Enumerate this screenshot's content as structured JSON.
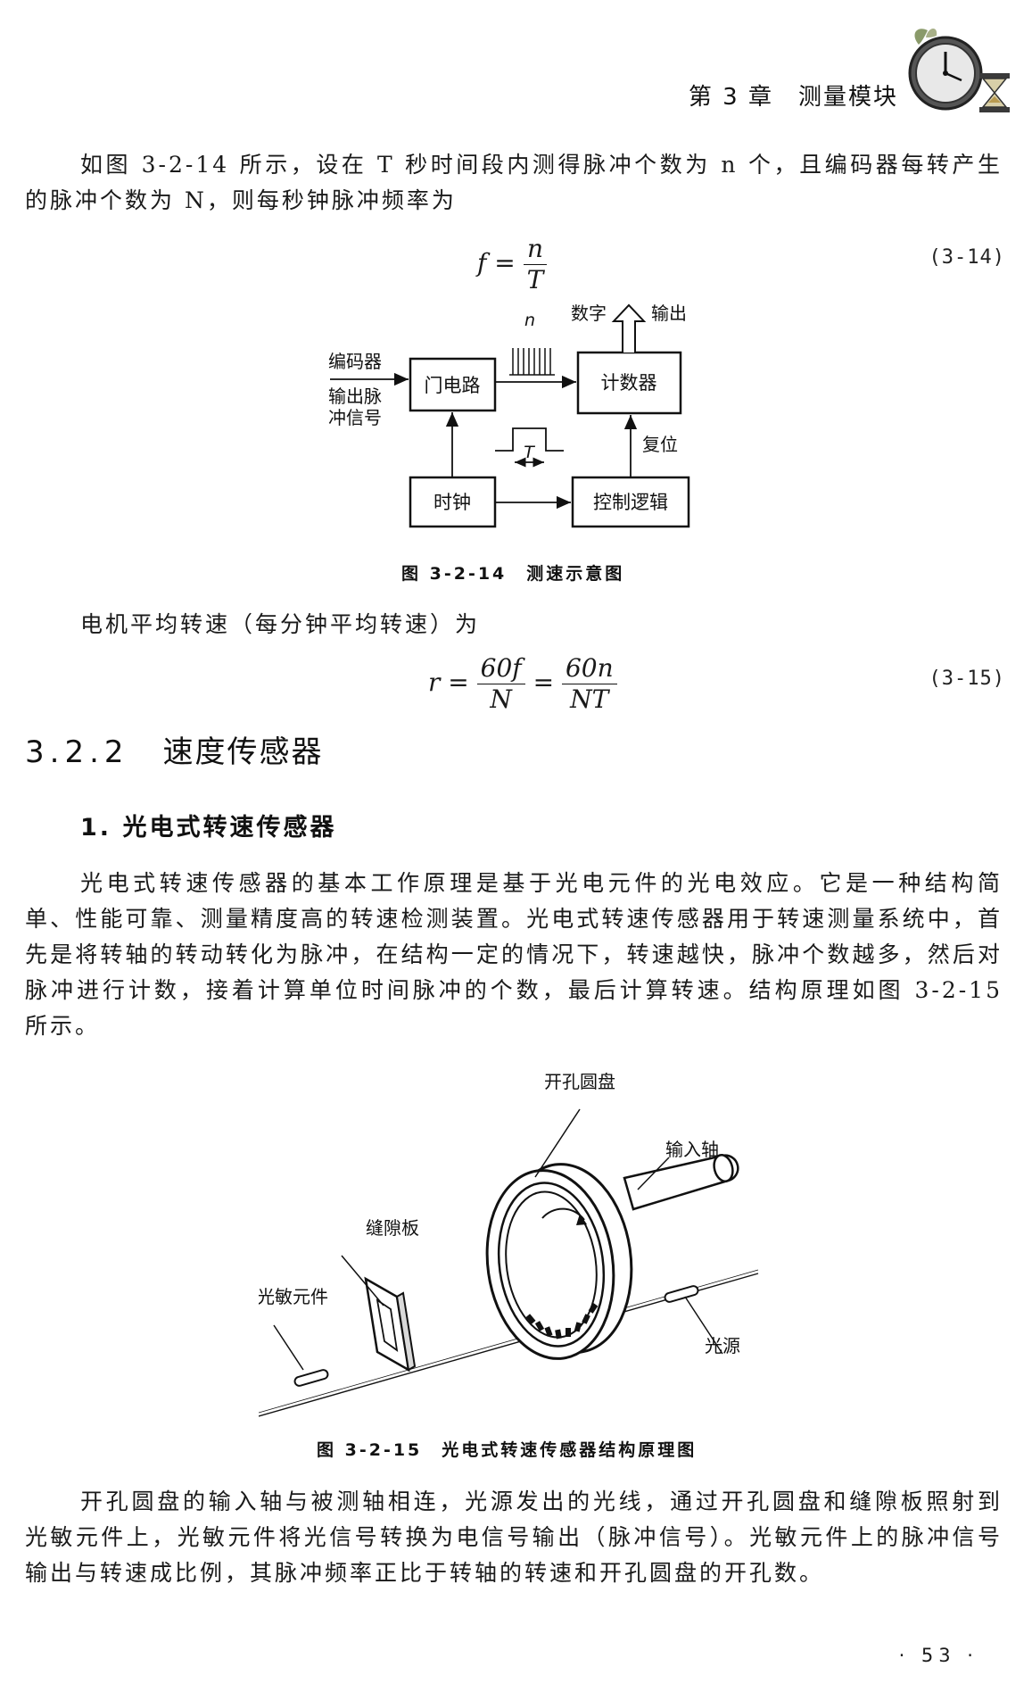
{
  "header": {
    "chapter_title": "第 3 章　测量模块"
  },
  "paragraphs": {
    "p1": "如图 3-2-14 所示，设在 T 秒时间段内测得脉冲个数为 n 个，且编码器每转产生的脉冲个数为 N，则每秒钟脉冲频率为",
    "p2": "电机平均转速（每分钟平均转速）为",
    "p3": "光电式转速传感器的基本工作原理是基于光电元件的光电效应。它是一种结构简单、性能可靠、测量精度高的转速检测装置。光电式转速传感器用于转速测量系统中，首先是将转轴的转动转化为脉冲，在结构一定的情况下，转速越快，脉冲个数越多，然后对脉冲进行计数，接着计算单位时间脉冲的个数，最后计算转速。结构原理如图 3-2-15 所示。",
    "p4": "开孔圆盘的输入轴与被测轴相连，光源发出的光线，通过开孔圆盘和缝隙板照射到光敏元件上，光敏元件将光信号转换为电信号输出（脉冲信号）。光敏元件上的脉冲信号输出与转速成比例，其脉冲频率正比于转轴的转速和开孔圆盘的开孔数。"
  },
  "equations": {
    "eq1": {
      "lhs": "f =",
      "num": "n",
      "den": "T",
      "number": "(3-14)"
    },
    "eq2": {
      "lhs": "r =",
      "num1": "60f",
      "den1": "N",
      "eq": "=",
      "num2": "60n",
      "den2": "NT",
      "number": "(3-15)"
    }
  },
  "figure1": {
    "caption": "图 3-2-14　测速示意图",
    "labels": {
      "encoder_l1": "编码器",
      "encoder_l2": "输出脉",
      "encoder_l3": "冲信号",
      "gate": "门电路",
      "counter": "计数器",
      "clock": "时钟",
      "control": "控制逻辑",
      "n": "n",
      "digital": "数字",
      "output": "输出",
      "reset": "复位",
      "T": "T"
    }
  },
  "section": {
    "number": "3.2.2",
    "title": "速度传感器"
  },
  "subsection": {
    "title": "1. 光电式转速传感器"
  },
  "figure2": {
    "caption": "图 3-2-15　光电式转速传感器结构原理图",
    "labels": {
      "disc": "开孔圆盘",
      "shaft": "输入轴",
      "slit": "缝隙板",
      "sensor": "光敏元件",
      "light": "光源"
    }
  },
  "footer": {
    "page_number": "· 53 ·"
  }
}
